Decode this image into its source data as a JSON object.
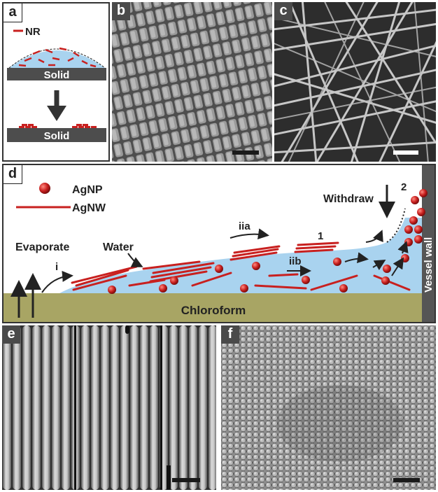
{
  "panels": {
    "a": {
      "letter": "a",
      "legend_label": "NR",
      "substrate_top": "Solid",
      "substrate_bottom": "Solid"
    },
    "b": {
      "letter": "b"
    },
    "c": {
      "letter": "c"
    },
    "d": {
      "letter": "d",
      "legend_nanoparticle": "AgNP",
      "legend_nanowire": "AgNW",
      "label_withdraw": "Withdraw",
      "label_stage_2": "2",
      "label_stage_1": "1",
      "label_evaporate": "Evaporate",
      "label_water": "Water",
      "label_iia": "iia",
      "label_iib": "iib",
      "label_i": "i",
      "label_vessel_wall": "Vessel wall",
      "label_chloroform": "Chloroform"
    },
    "e": {
      "letter": "e"
    },
    "f": {
      "letter": "f"
    }
  },
  "colors": {
    "nanoparticle_red": "#c8201f",
    "water_blue": "#a9d3ef",
    "chloroform_olive": "#a8a564",
    "substrate_gray": "#4d4d4d",
    "vessel_wall_gray": "#555555"
  }
}
